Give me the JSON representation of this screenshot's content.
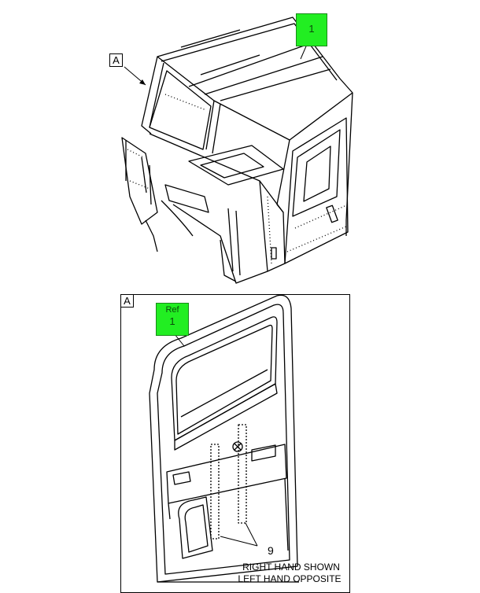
{
  "callouts": {
    "main_item": "1",
    "ref_label": "Ref",
    "ref_item": "1"
  },
  "views": {
    "detail_label_top": "A",
    "detail_label_box": "A"
  },
  "parts": {
    "item_9": "9"
  },
  "notes": {
    "line1": "RIGHT HAND SHOWN",
    "line2": "LEFT HAND OPPOSITE"
  },
  "colors": {
    "callout_fill": "#22ee22",
    "line": "#000000"
  }
}
